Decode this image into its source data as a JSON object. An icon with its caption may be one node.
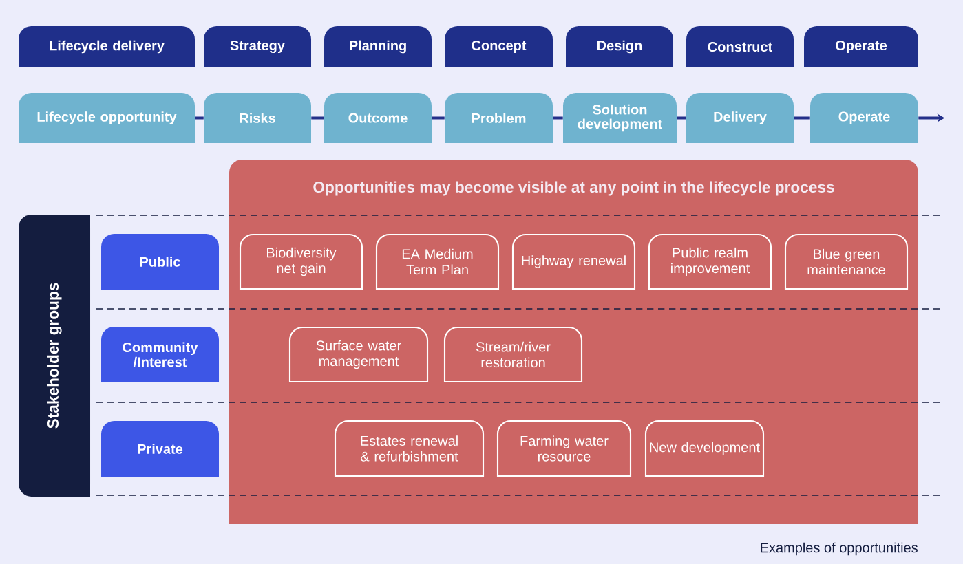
{
  "diagram": {
    "nodes": [
      {
        "text": [
          "Lifecycle delivery"
        ]
      },
      {
        "text": [
          "Strategy"
        ]
      },
      {
        "text": [
          "Planning"
        ]
      },
      {
        "text": [
          "Concept"
        ]
      },
      {
        "text": [
          "Design"
        ]
      },
      {
        "text": [
          "Construct"
        ]
      },
      {
        "text": [
          "Operate"
        ]
      },
      {
        "text": [
          "Lifecycle opportunity"
        ]
      },
      {
        "text": [
          "Risks"
        ]
      },
      {
        "text": [
          "Outcome"
        ]
      },
      {
        "text": [
          "Problem"
        ]
      },
      {
        "text": [
          "Solution development"
        ]
      },
      {
        "text": [
          "Delivery"
        ]
      },
      {
        "text": [
          "Operate"
        ]
      },
      {
        "text": [
          "Opportunities may become visible at any point in the lifecycle process"
        ]
      },
      {
        "text": [
          "Stakeholder groups"
        ]
      },
      {
        "text": [
          "Public"
        ]
      },
      {
        "text": [
          "Community /Interest"
        ]
      },
      {
        "text": [
          "Private"
        ]
      },
      {
        "text": [
          "Biodiversity net gain"
        ],
        "in": 14
      },
      {
        "text": [
          "EA Medium Term Plan"
        ],
        "in": 14
      },
      {
        "text": [
          "Highway renewal"
        ],
        "in": 14
      },
      {
        "text": [
          "Public realm improvement"
        ],
        "in": 14
      },
      {
        "text": [
          "Blue green maintenance"
        ],
        "in": 14
      },
      {
        "text": [
          "Surface water management"
        ],
        "in": 14
      },
      {
        "text": [
          "Stream/river restoration"
        ],
        "in": 14
      },
      {
        "text": [
          "Estates renewal & refurbishment"
        ],
        "in": 14
      },
      {
        "text": [
          "Farming water resource"
        ],
        "in": 14
      },
      {
        "text": [
          "New development"
        ],
        "in": 14
      }
    ],
    "edges": [
      {
        "from": 7,
        "to": 8,
        "arrow": "none"
      },
      {
        "from": 8,
        "to": 9,
        "arrow": "none"
      },
      {
        "from": 9,
        "to": 10,
        "arrow": "none"
      },
      {
        "from": 10,
        "to": 11,
        "arrow": "none"
      },
      {
        "from": 11,
        "to": 12,
        "arrow": "none"
      },
      {
        "from": 12,
        "to": 13,
        "arrow": "none"
      },
      {
        "from": 13,
        "to": null,
        "arrow": "to"
      }
    ],
    "labels": [
      "Examples of opportunities"
    ]
  }
}
